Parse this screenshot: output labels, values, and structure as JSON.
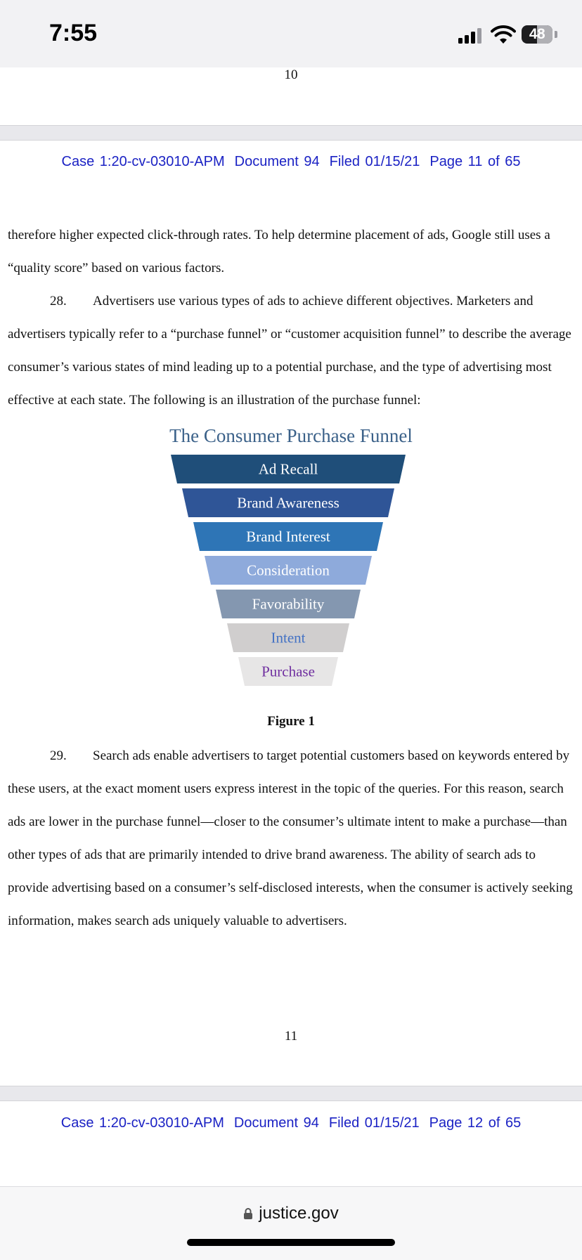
{
  "status_bar": {
    "time": "7:55",
    "battery": "48"
  },
  "prev_page_number": "10",
  "page_header": {
    "case": "Case 1:20-cv-03010-APM",
    "document": "Document 94",
    "filed": "Filed 01/15/21",
    "page": "Page 11 of 65"
  },
  "body": {
    "para_continued": "therefore higher expected click-through rates. To help determine placement of ads, Google still uses a “quality score” based on various factors.",
    "para_28": {
      "number": "28.",
      "text": "Advertisers use various types of ads to achieve different objectives. Marketers and advertisers typically refer to a “purchase funnel” or “customer acquisition funnel” to describe the average consumer’s various states of mind leading up to a potential purchase, and the type of advertising most effective at each state. The following is an illustration of the purchase funnel:"
    },
    "para_29": {
      "number": "29.",
      "text": "Search ads enable advertisers to target potential customers based on keywords entered by these users, at the exact moment users express interest in the topic of the queries. For this reason, search ads are lower in the purchase funnel—closer to the consumer’s ultimate intent to make a purchase—than other types of ads that are primarily intended to drive brand awareness. The ability of search ads to provide advertising based on a consumer’s self-disclosed interests, when the consumer is actively seeking information, makes search ads uniquely valuable to advertisers."
    }
  },
  "funnel": {
    "title": "The Consumer Purchase Funnel",
    "stages": [
      {
        "label": "Ad Recall",
        "fill": "#1f4e79",
        "text_color": "#ffffff"
      },
      {
        "label": "Brand Awareness",
        "fill": "#2f5597",
        "text_color": "#ffffff"
      },
      {
        "label": "Brand Interest",
        "fill": "#2e75b6",
        "text_color": "#ffffff"
      },
      {
        "label": "Consideration",
        "fill": "#8eaadb",
        "text_color": "#ffffff"
      },
      {
        "label": "Favorability",
        "fill": "#8497b0",
        "text_color": "#ffffff"
      },
      {
        "label": "Intent",
        "fill": "#d0cece",
        "text_color": "#4472c4"
      },
      {
        "label": "Purchase",
        "fill": "#e7e6e6",
        "text_color": "#7030a0"
      }
    ]
  },
  "figure_caption": "Figure 1",
  "current_page_number": "11",
  "next_page_header": {
    "case": "Case 1:20-cv-03010-APM",
    "document": "Document 94",
    "filed": "Filed 01/15/21",
    "page": "Page 12 of 65"
  },
  "url_bar": {
    "domain": "justice.gov"
  }
}
